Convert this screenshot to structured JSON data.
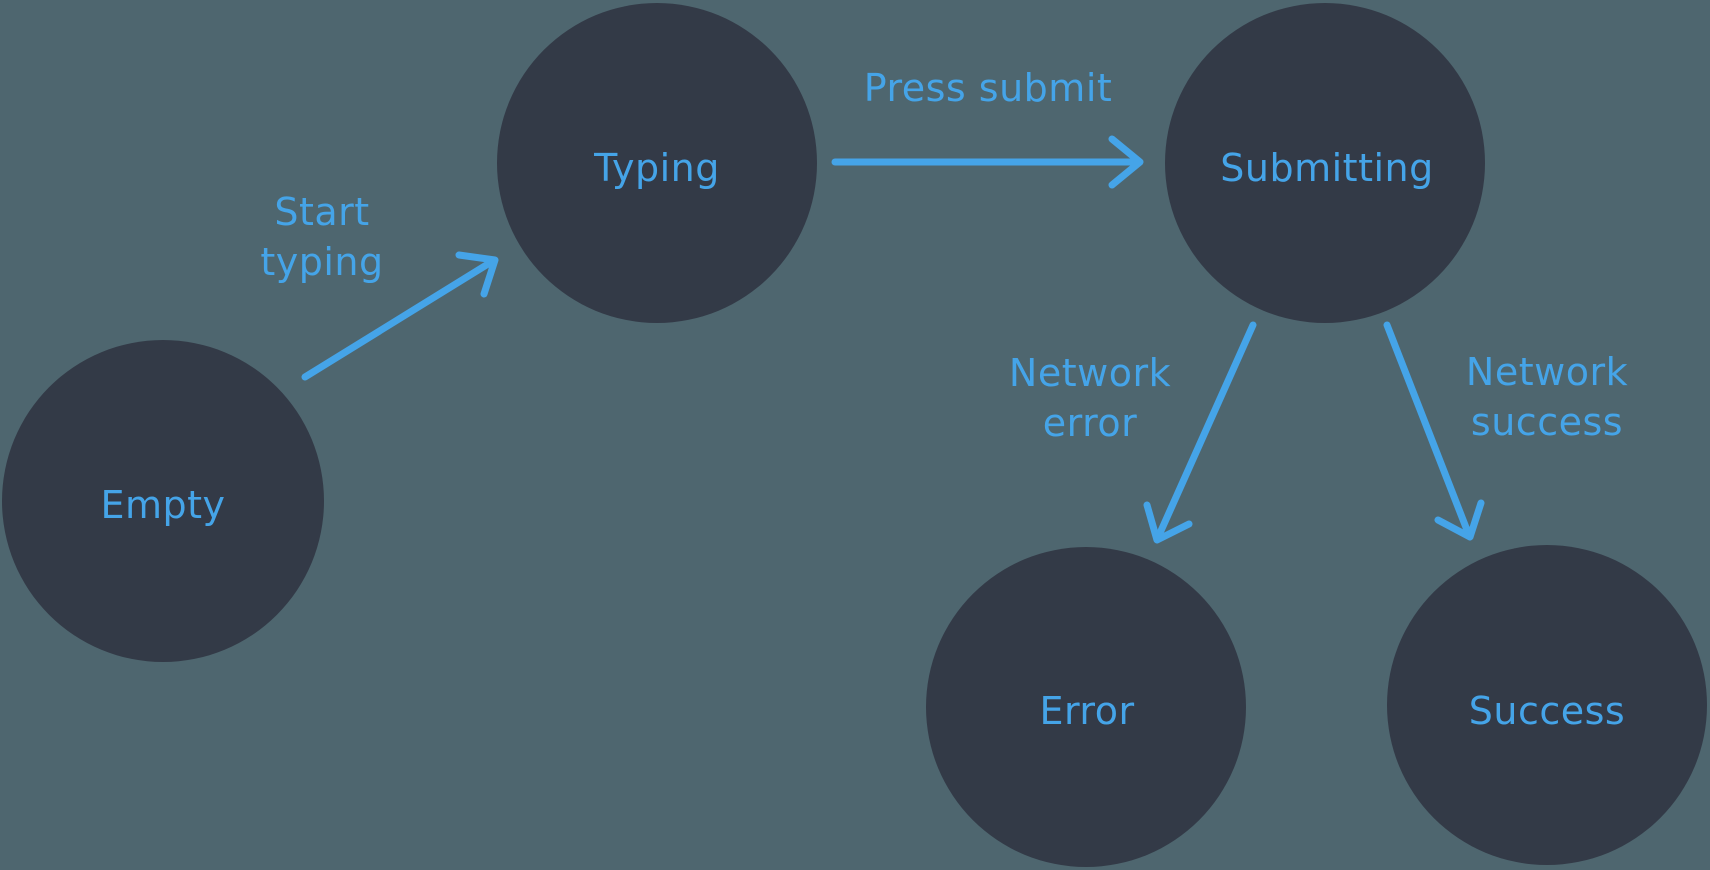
{
  "diagram": {
    "type": "state-machine",
    "colors": {
      "background": "#4e666f",
      "node_fill": "#333a47",
      "accent_blue": "#45a4e8"
    },
    "nodes": [
      {
        "id": "empty",
        "label": "Empty"
      },
      {
        "id": "typing",
        "label": "Typing"
      },
      {
        "id": "submitting",
        "label": "Submitting"
      },
      {
        "id": "error",
        "label": "Error"
      },
      {
        "id": "success",
        "label": "Success"
      }
    ],
    "edges": [
      {
        "id": "start-typing",
        "from": "Empty",
        "to": "Typing",
        "label": "Start typing",
        "lines": [
          "Start",
          "typing"
        ]
      },
      {
        "id": "press-submit",
        "from": "Typing",
        "to": "Submitting",
        "label": "Press submit",
        "lines": [
          "Press submit"
        ]
      },
      {
        "id": "network-error",
        "from": "Submitting",
        "to": "Error",
        "label": "Network error",
        "lines": [
          "Network",
          "error"
        ]
      },
      {
        "id": "network-success",
        "from": "Submitting",
        "to": "Success",
        "label": "Network success",
        "lines": [
          "Network",
          "success"
        ]
      }
    ]
  }
}
